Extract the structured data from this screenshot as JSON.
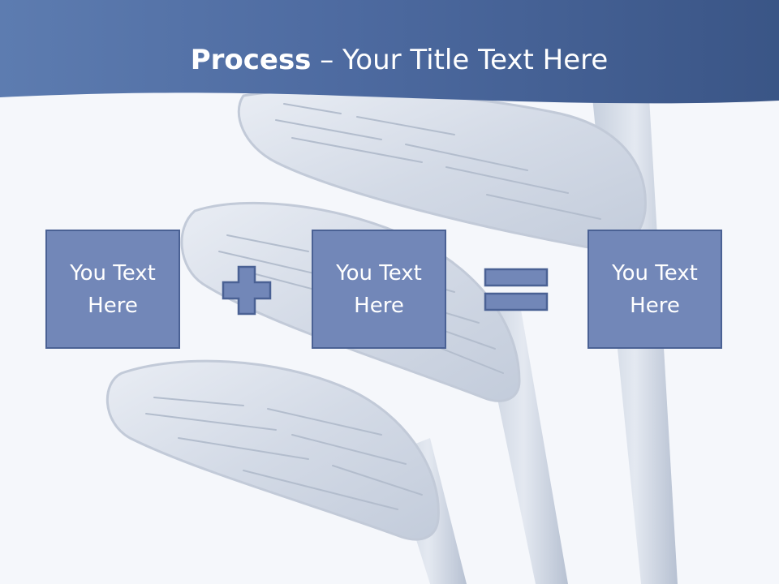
{
  "slide": {
    "title_bold": "Process",
    "title_rest": " – Your Title Text Here",
    "boxes": [
      {
        "text": "You Text Here"
      },
      {
        "text": "You Text Here"
      },
      {
        "text": "You Text Here"
      }
    ],
    "operators": [
      "plus-icon",
      "equals-icon"
    ],
    "colors": {
      "header": "#3d5a8c",
      "box_fill": "#7287b8",
      "box_border": "#4a6194",
      "background": "#f5f7fb"
    }
  }
}
